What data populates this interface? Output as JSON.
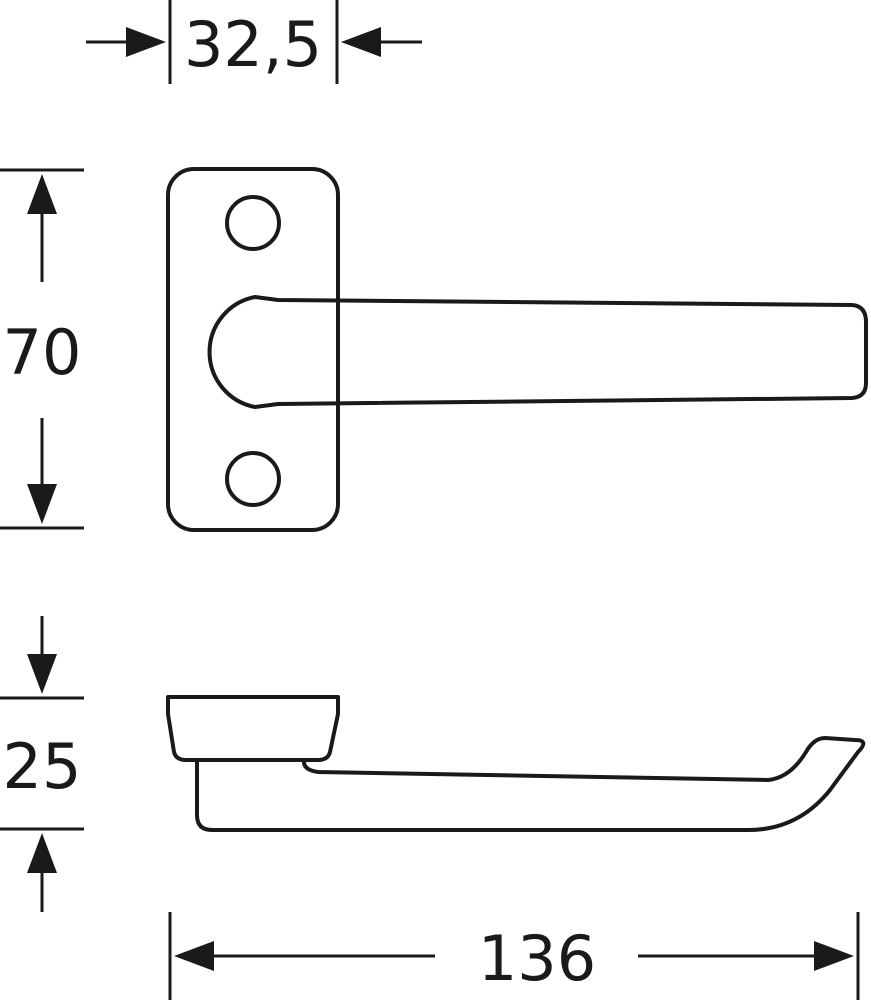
{
  "dimensions": {
    "plate_width": "32,5",
    "plate_height": "70",
    "projection": "25",
    "lever_length": "136"
  },
  "colors": {
    "line": "#1a1a1a",
    "background": "#ffffff"
  }
}
